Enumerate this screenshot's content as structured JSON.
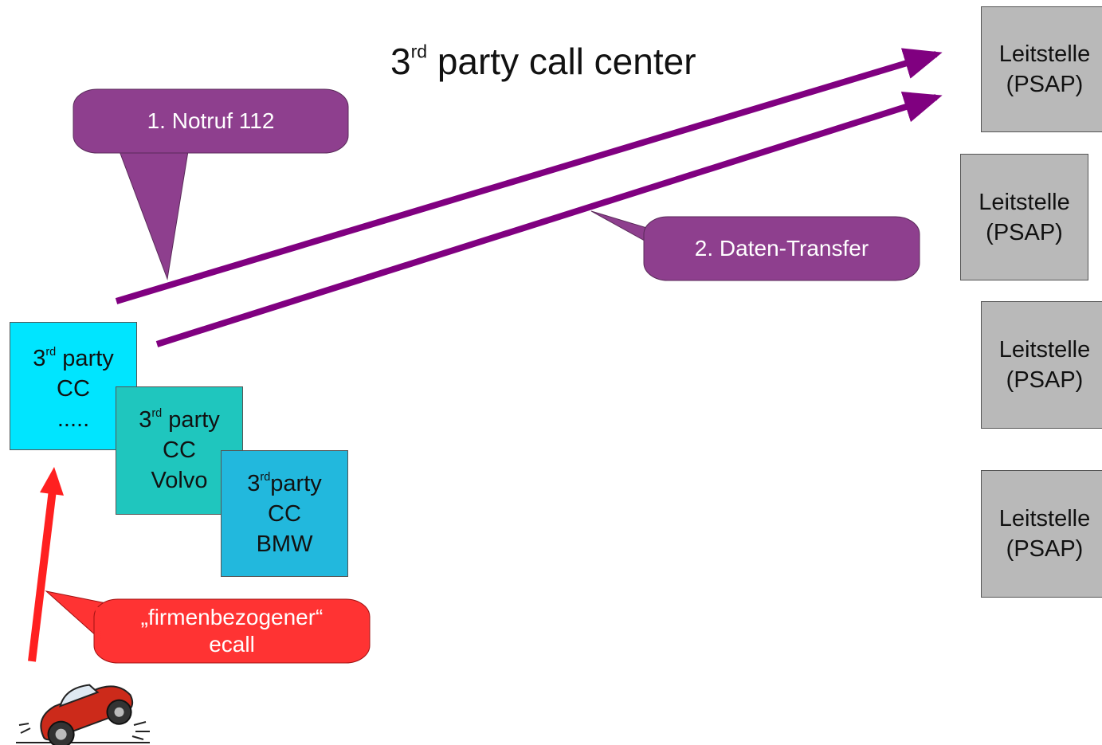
{
  "title": {
    "prefix": "3",
    "sup": "rd",
    "rest": " party call center"
  },
  "callouts": {
    "notruf": "1. Notruf 112",
    "datentransfer": "2. Daten-Transfer",
    "ecall_line1": "„firmenbezogener“",
    "ecall_line2": "ecall"
  },
  "call_centers": [
    {
      "line1_prefix": "3",
      "line1_sup": "rd",
      "line1_rest": " party",
      "line2": "CC",
      "line3": "....."
    },
    {
      "line1_prefix": "3",
      "line1_sup": "rd",
      "line1_rest": " party",
      "line2": "CC",
      "line3": "Volvo"
    },
    {
      "line1_prefix": "3",
      "line1_sup": "rd",
      "line1_rest": "party",
      "line2": "CC",
      "line3": "BMW"
    }
  ],
  "psaps": [
    {
      "line1": "Leitstelle",
      "line2": "(PSAP)"
    },
    {
      "line1": "Leitstelle",
      "line2": "(PSAP)"
    },
    {
      "line1": "Leitstelle",
      "line2": "(PSAP)"
    },
    {
      "line1": "Leitstelle",
      "line2": "(PSAP)"
    }
  ],
  "colors": {
    "arrow_purple": "#800080",
    "callout_purple": "#8e3f8e",
    "ecall_red": "#ff3333",
    "psap_gray": "#b9b9b9",
    "cc_cyan": "#00e5ff",
    "cc_teal": "#1fc6be",
    "cc_blue": "#22b8dd"
  },
  "icons": {
    "vehicle": "crashing-car-icon"
  }
}
